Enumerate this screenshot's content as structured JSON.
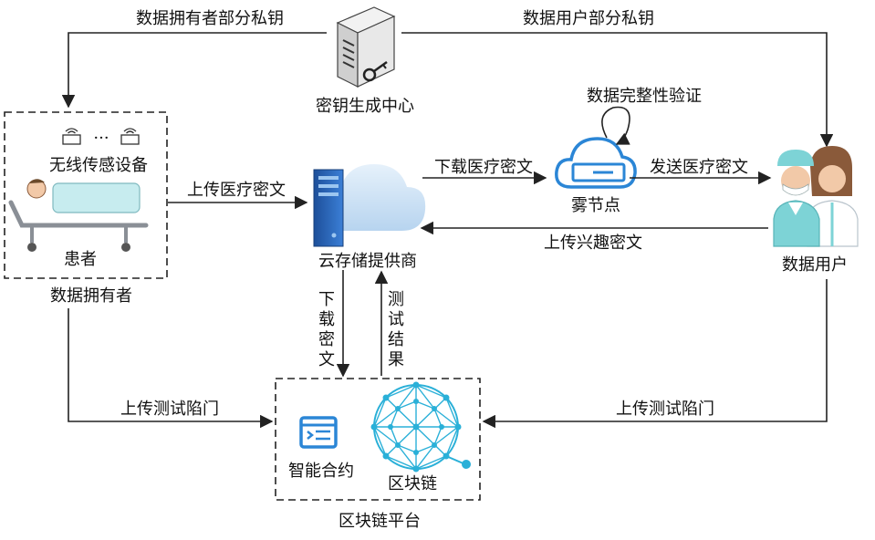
{
  "nodes": {
    "key_center": "密钥生成中心",
    "sensors": "无线传感设备",
    "patient": "患者",
    "data_owner": "数据拥有者",
    "cloud_provider": "云存储提供商",
    "fog_node": "雾节点",
    "integrity_check": "数据完整性验证",
    "data_user": "数据用户",
    "smart_contract": "智能合约",
    "blockchain": "区块链",
    "blockchain_platform": "区块链平台",
    "ellipsis": "···"
  },
  "edges": {
    "owner_private_key": "数据拥有者部分私钥",
    "user_private_key": "数据用户部分私钥",
    "upload_medical_ciphertext": "上传医疗密文",
    "download_medical_ciphertext": "下载医疗密文",
    "send_medical_ciphertext": "发送医疗密文",
    "upload_interest_ciphertext": "上传兴趣密文",
    "download_ciphertext": [
      "下",
      "载",
      "密",
      "文"
    ],
    "test_result": [
      "测",
      "试",
      "结",
      "果"
    ],
    "owner_upload_trapdoor": "上传测试陷门",
    "user_upload_trapdoor": "上传测试陷门"
  },
  "colors": {
    "cloud": "#cfe3f5",
    "server": "#1f5fb3",
    "fog_icon": "#2b86d6",
    "blockchain": "#2ab0d8",
    "contract": "#2b86d6",
    "patient_sheet": "#c7ecef",
    "doctor_coat": "#7dd3d6"
  },
  "icons": [
    "server-icon",
    "router-icon",
    "patient-bed-icon",
    "cloud-server-icon",
    "fog-node-icon",
    "doctors-icon",
    "contract-icon",
    "blockchain-network-icon"
  ]
}
